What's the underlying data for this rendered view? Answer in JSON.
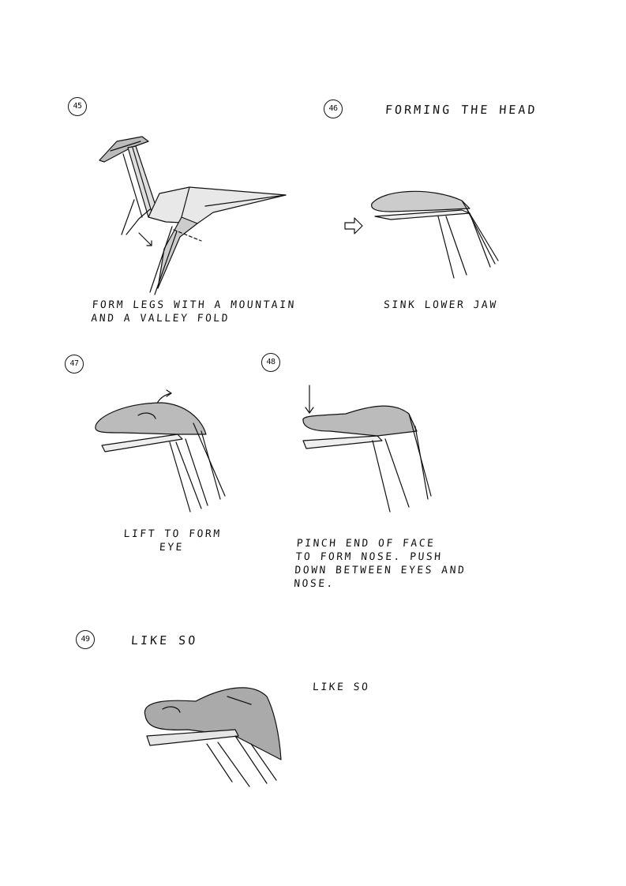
{
  "steps": [
    {
      "number": "45",
      "caption": "FORM LEGS WITH A MOUNTAIN\nAND A VALLEY FOLD"
    },
    {
      "number": "46",
      "heading": "FORMING THE HEAD",
      "caption": "SINK LOWER JAW"
    },
    {
      "number": "47",
      "caption": "LIFT TO FORM\nEYE"
    },
    {
      "number": "48",
      "caption": "PINCH END OF FACE\nTO FORM NOSE. PUSH\nDOWN BETWEEN EYES AND\nNOSE."
    },
    {
      "number": "49",
      "heading": "LIKE SO",
      "caption": "LIKE SO"
    }
  ],
  "icons": [
    "dinosaur-body-diagram",
    "head-diagram",
    "arrow-icon",
    "hollow-arrow-icon"
  ]
}
